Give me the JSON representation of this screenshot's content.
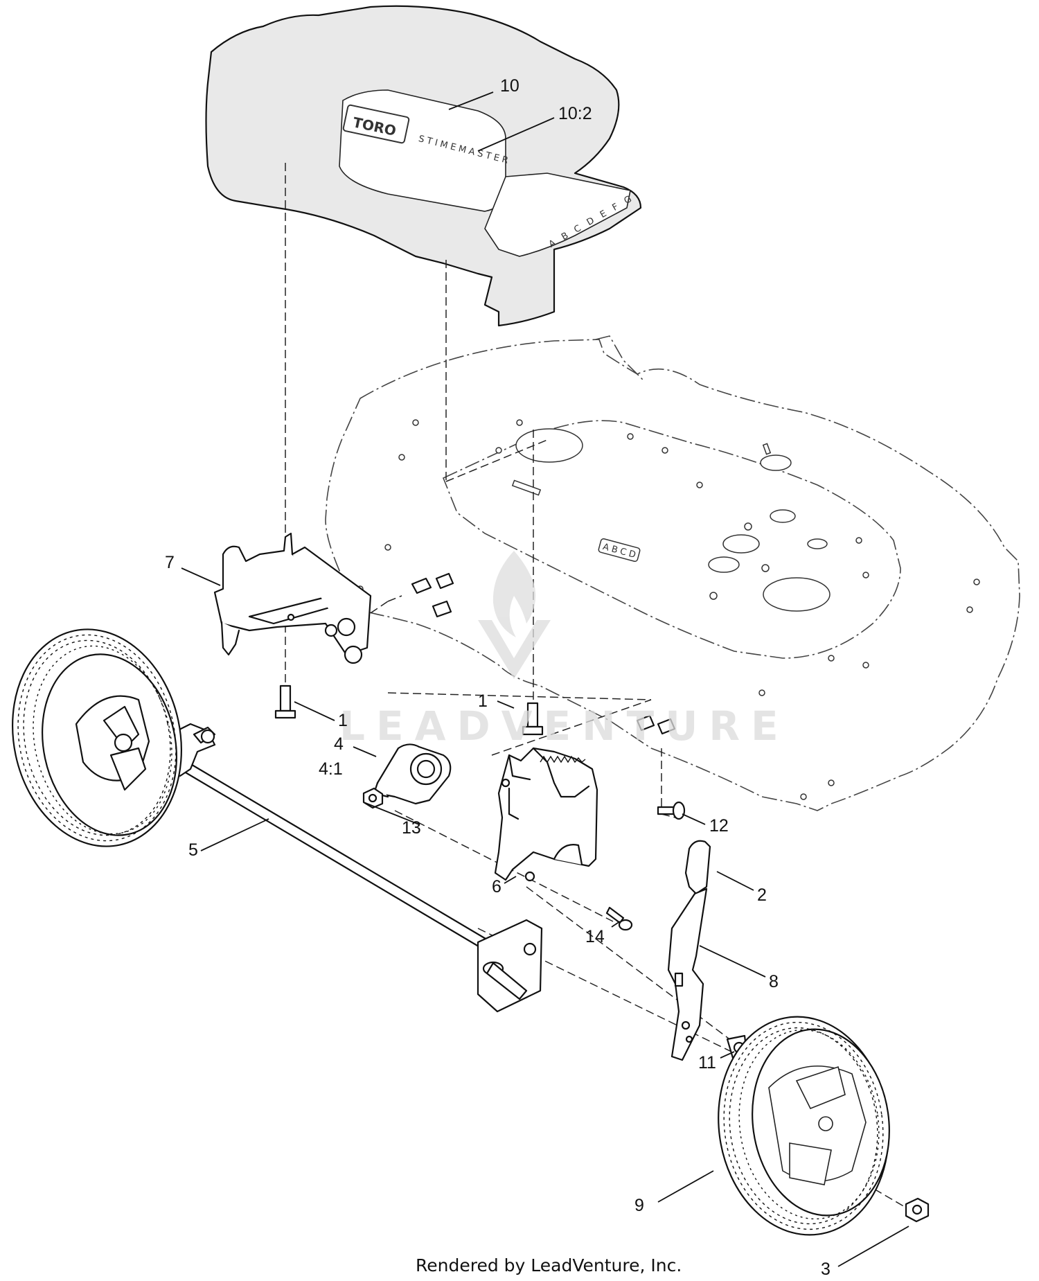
{
  "diagram": {
    "callouts": [
      {
        "id": "10",
        "label": "10"
      },
      {
        "id": "10-2",
        "label": "10:2"
      },
      {
        "id": "7",
        "label": "7"
      },
      {
        "id": "1a",
        "label": "1"
      },
      {
        "id": "1b",
        "label": "1"
      },
      {
        "id": "4",
        "label": "4"
      },
      {
        "id": "4-1",
        "label": "4:1"
      },
      {
        "id": "5",
        "label": "5"
      },
      {
        "id": "13",
        "label": "13"
      },
      {
        "id": "12",
        "label": "12"
      },
      {
        "id": "6",
        "label": "6"
      },
      {
        "id": "2",
        "label": "2"
      },
      {
        "id": "14",
        "label": "14"
      },
      {
        "id": "8",
        "label": "8"
      },
      {
        "id": "11",
        "label": "11"
      },
      {
        "id": "9",
        "label": "9"
      },
      {
        "id": "3",
        "label": "3"
      }
    ],
    "decal": {
      "brand": "TORO",
      "model": "STIMEMASTER",
      "heights": "A B C D E F G",
      "deck_mark": "ABCD"
    },
    "watermark": "LEADVENTURE",
    "footer": "Rendered by LeadVenture, Inc."
  }
}
